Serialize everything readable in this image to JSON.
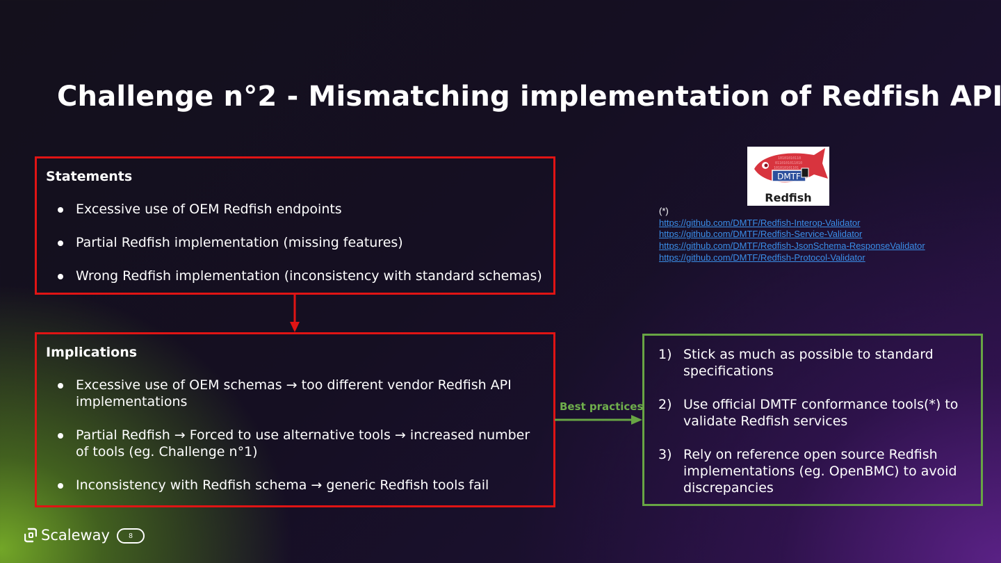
{
  "slide": {
    "title": "Challenge n°2 - Mismatching implementation of Redfish API",
    "page_number": "8"
  },
  "statements": {
    "heading": "Statements",
    "items": [
      "Excessive use of OEM Redfish endpoints",
      "Partial Redfish implementation (missing features)",
      "Wrong Redfish implementation (inconsistency with standard schemas)"
    ]
  },
  "implications": {
    "heading": "Implications",
    "items": [
      "Excessive use of OEM schemas → too different vendor Redfish API implementations",
      "Partial Redfish → Forced to use alternative tools → increased number of tools (eg. Challenge n°1)",
      "Inconsistency with Redfish schema → generic Redfish tools fail"
    ]
  },
  "connector": {
    "label": "Best practices"
  },
  "best_practices": {
    "items": [
      {
        "num": "1)",
        "text": "Stick as much as possible to standard specifications"
      },
      {
        "num": "2)",
        "text": "Use official DMTF conformance tools(*) to validate Redfish services"
      },
      {
        "num": "3)",
        "text": "Rely on reference open source Redfish implementations (eg. OpenBMC) to avoid discrepancies"
      }
    ]
  },
  "references": {
    "marker": "(*)",
    "links": [
      "https://github.com/DMTF/Redfish-Interop-Validator",
      "https://github.com/DMTF/Redfish-Service-Validator",
      "https://github.com/DMTF/Redfish-JsonSchema-ResponseValidator",
      "https://github.com/DMTF/Redfish-Protocol-Validator"
    ]
  },
  "logo": {
    "badge": "DMTF",
    "name": "Redfish"
  },
  "brand": {
    "name": "Scaleway"
  },
  "colors": {
    "red_border": "#e01414",
    "green_border": "#68a544",
    "link": "#3a8ee8"
  }
}
